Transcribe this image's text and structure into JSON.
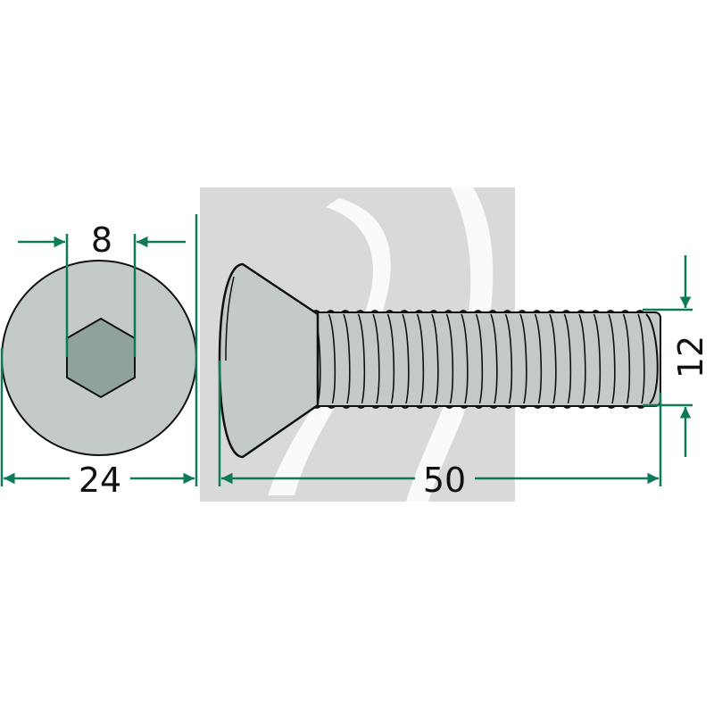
{
  "drawing": {
    "dimensions": {
      "hex_socket": "8",
      "head_diameter": "24",
      "length": "50",
      "thread_diameter": "12"
    },
    "colors": {
      "dimension_line": "#0e7a5a",
      "part_fill": "#c4cbc6",
      "socket_fill": "#8fa39b",
      "outline": "#111111",
      "watermark": "#d9d9d9"
    },
    "icons": {
      "watermark": "logo-watermark"
    }
  }
}
